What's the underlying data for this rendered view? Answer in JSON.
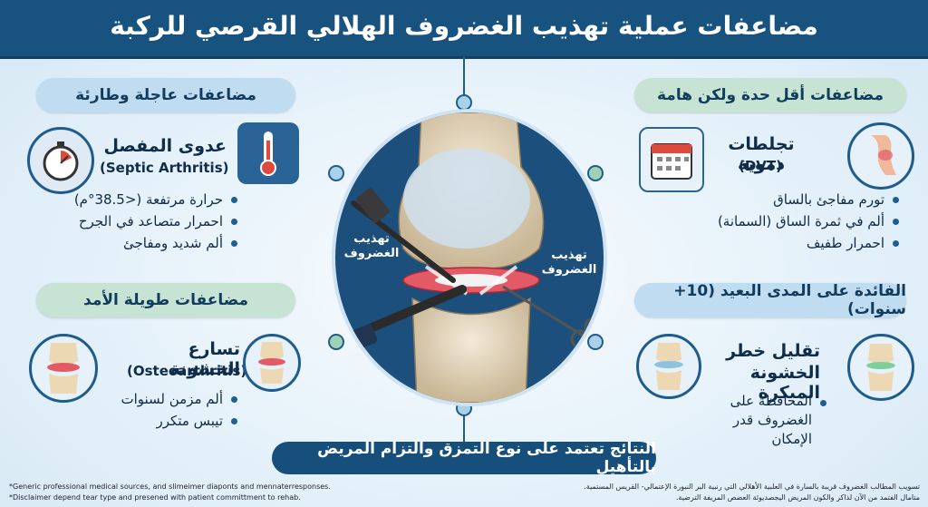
{
  "header": {
    "title": "مضاعفات عملية تهذيب الغضروف الهلالي القرصي للركبة"
  },
  "left_top": {
    "section": "مضاعفات عاجلة وطارئة",
    "title": "عدوى المفصل",
    "subtitle": "(Septic Arthritis)",
    "bullets": [
      "حرارة مرتفعة (<38.5°م)",
      "احمرار متصاعد في الجرح",
      "ألم شديد ومفاجئ"
    ],
    "icon": "stopwatch-icon",
    "icon2": "thermometer-icon"
  },
  "left_bottom": {
    "section": "مضاعفات طويلة الأمد",
    "title": "تسارع الخشونة",
    "subtitle": "(Osteoarthritis)",
    "bullets": [
      "ألم مزمن لسنوات",
      "تيبس متكرر"
    ]
  },
  "right_top": {
    "section": "مضاعفات أقل حدة ولكن هامة",
    "title": "تجلطات دموية",
    "subtitle": "(DVT)",
    "bullets": [
      "تورم مفاجئ بالساق",
      "ألم في ثمرة الساق (السمانة)",
      "احمرار طفيف"
    ],
    "icon": "calendar-icon"
  },
  "right_bottom": {
    "section": "الفائدة على المدى البعيد (10+ سنوات)",
    "title_line1": "تقليل خطر",
    "title_line2": "الخشونة المبكرة",
    "bullets": [
      "المحافظة على الغضروف قدر الإمكان"
    ]
  },
  "center": {
    "label_left": "تهذيب الغضروف",
    "label_right": "تهذيب الغضروف"
  },
  "footer": {
    "banner": "النتائج تعتمد على نوع التمزق والتزام المريض بالتأهيل",
    "note_left_1": "*Generic professional medical sources, and slimeimer diaponts and mennaterresponses.",
    "note_left_2": "*Disclaimer depend tear type and presened with patient committment to rehab.",
    "note_right_1": "تسويب المطالب الغضروف قريبة بالسارة في العلبية الأهلالي التي رنبية البر النبورة الإعتمالي- القريس المستمية.",
    "note_right_2": "متامال الفتمد من الآن لذاكر والكون المريض اليجصديوئة العضص المريفة الترضية."
  },
  "colors": {
    "header": "#18527f",
    "accent_blue": "#bfdcf0",
    "accent_green": "#c6e3d4",
    "bullet": "#1b5f93"
  }
}
